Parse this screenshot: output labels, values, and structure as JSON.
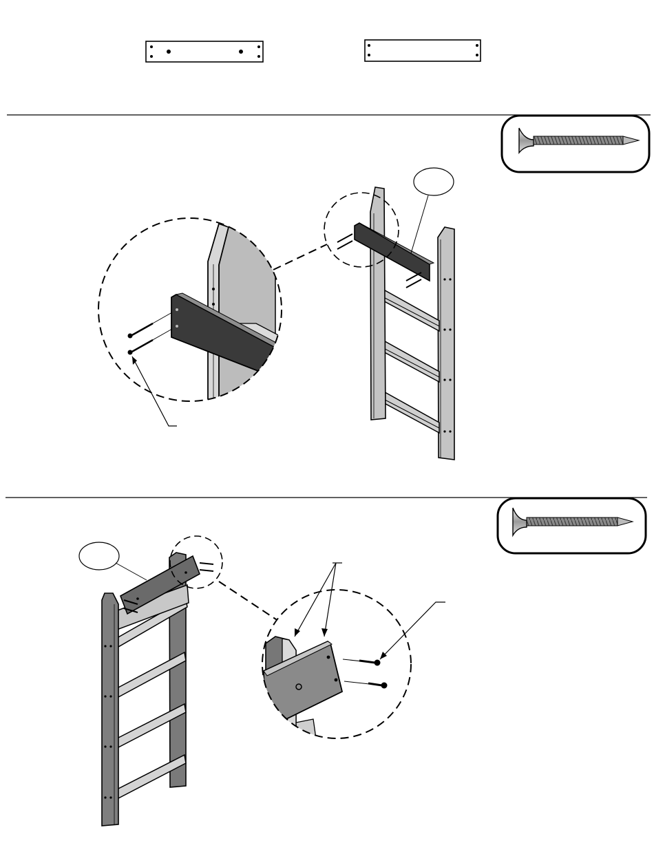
{
  "document": {
    "type": "assembly-instructions",
    "colors": {
      "ink": "#000000",
      "paper": "#ffffff",
      "wood_light": "#bdbdbd",
      "wood_mid": "#8e8e8e",
      "wood_dark": "#3a3a3a",
      "screw_metal": "#9a9a9a"
    }
  },
  "parts_row": {
    "parts": [
      {
        "name": "board-with-center-holes",
        "icon": "plank-icon"
      },
      {
        "name": "board-with-end-holes",
        "icon": "plank-icon"
      }
    ]
  },
  "step_1": {
    "hardware": {
      "icon": "screw-icon",
      "count_label": ""
    },
    "callouts": [
      {
        "name": "part-callout-bubble",
        "label": ""
      },
      {
        "name": "screw-callout-leader",
        "label": ""
      }
    ],
    "detail_view": {
      "icon": "magnified-detail-circle"
    }
  },
  "step_2": {
    "hardware": {
      "icon": "screw-icon",
      "count_label": ""
    },
    "callouts": [
      {
        "name": "part-callout-bubble",
        "label": ""
      },
      {
        "name": "hole-callout-leader",
        "label": ""
      },
      {
        "name": "screw-callout-leader",
        "label": ""
      }
    ],
    "detail_view": {
      "icon": "magnified-detail-circle"
    }
  }
}
